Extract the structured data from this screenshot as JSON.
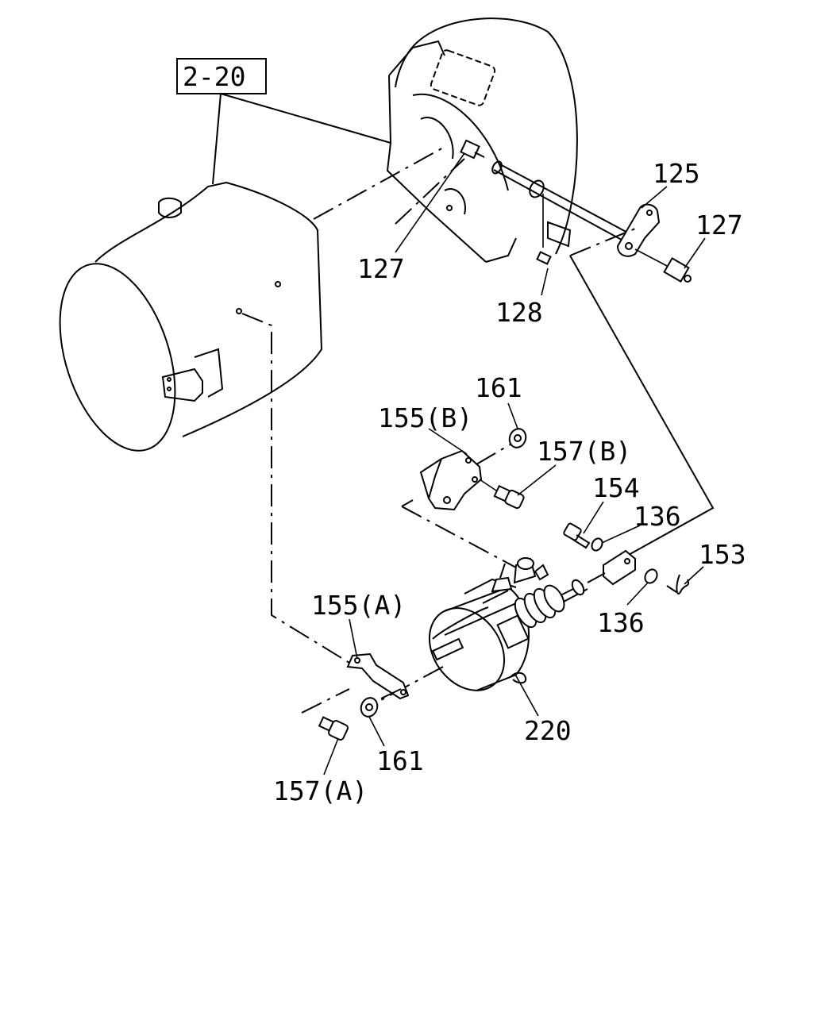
{
  "diagram": {
    "reference_box": "2-20",
    "callouts": {
      "c125": "125",
      "c127_a": "127",
      "c127_b": "127",
      "c128": "128",
      "c161_top": "161",
      "c155b": "155(B)",
      "c157b": "157(B)",
      "c154": "154",
      "c136_top": "136",
      "c153": "153",
      "c136_bot": "136",
      "c155a": "155(A)",
      "c220": "220",
      "c161_bot": "161",
      "c157a": "157(A)"
    }
  }
}
